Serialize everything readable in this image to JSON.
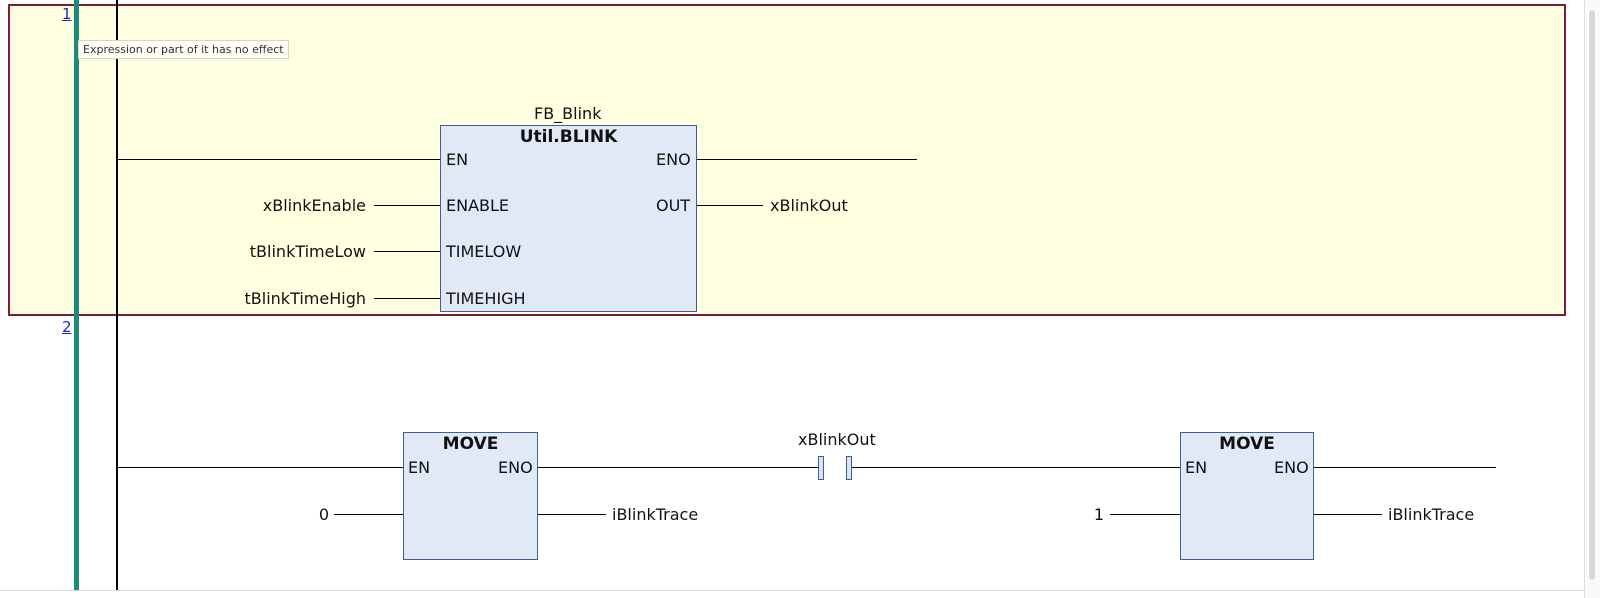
{
  "tooltip": "Expression or part of it has no effect",
  "rung1": {
    "number": "1",
    "instance_name": "FB_Blink",
    "block_type": "Util.BLINK",
    "pins_in": [
      "EN",
      "ENABLE",
      "TIMELOW",
      "TIMEHIGH"
    ],
    "pins_out": [
      "ENO",
      "OUT"
    ],
    "inputs": [
      "xBlinkEnable",
      "tBlinkTimeLow",
      "tBlinkTimeHigh"
    ],
    "output": "xBlinkOut"
  },
  "rung2": {
    "number": "2",
    "move1": {
      "title": "MOVE",
      "en": "EN",
      "eno": "ENO",
      "input": "0",
      "output": "iBlinkTrace"
    },
    "contact": {
      "variable": "xBlinkOut"
    },
    "move2": {
      "title": "MOVE",
      "en": "EN",
      "eno": "ENO",
      "input": "1",
      "output": "iBlinkTrace"
    }
  },
  "colors": {
    "rung_highlight": "#ffffe1",
    "rung_border": "#7a1e3a",
    "power_rail": "#1c8a7e",
    "block_fill": "#e1e8f6"
  }
}
